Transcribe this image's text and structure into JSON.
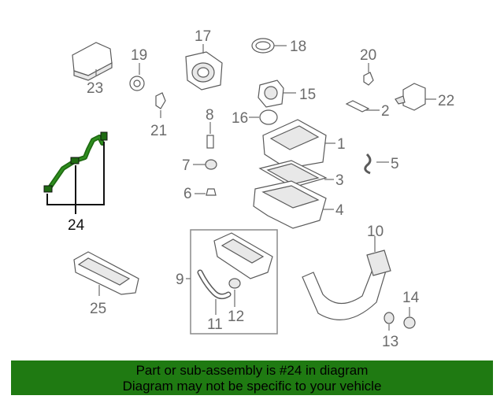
{
  "callouts": {
    "c1": "1",
    "c2": "2",
    "c3": "3",
    "c4": "4",
    "c5": "5",
    "c6": "6",
    "c7": "7",
    "c8": "8",
    "c9": "9",
    "c10": "10",
    "c11": "11",
    "c12": "12",
    "c13": "13",
    "c14": "14",
    "c15": "15",
    "c16": "16",
    "c17": "17",
    "c18": "18",
    "c19": "19",
    "c20": "20",
    "c21": "21",
    "c22": "22",
    "c23": "23",
    "c24": "24",
    "c25": "25"
  },
  "banner": {
    "line1": "Part or sub-assembly is #24 in diagram",
    "line2": "Diagram may not be specific to your vehicle"
  },
  "colors": {
    "banner_bg": "#1f7a12",
    "highlight_part": "#1f6b12",
    "line_art": "#5a5a5a"
  }
}
